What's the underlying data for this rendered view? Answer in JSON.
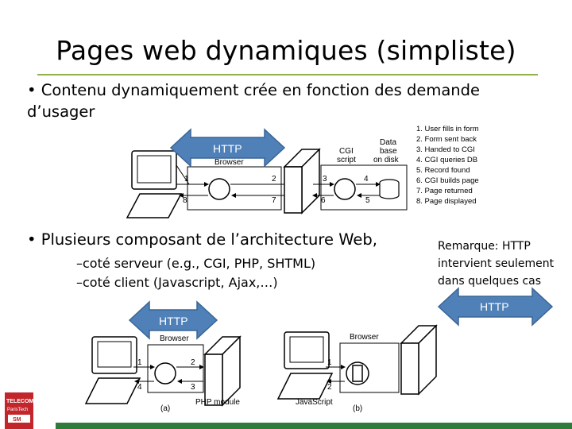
{
  "slide": {
    "title": "Pages web dynamiques (simpliste)",
    "bullet1_line1": "• Contenu dynamiquement crée en fonction des demande",
    "bullet1_line2": "d’usager",
    "bullet2": "• Plusieurs composant de l’architecture Web,",
    "sub1": "–coté serveur (e.g., CGI, PHP, SHTML)",
    "sub2": "–coté client (Javascript, Ajax,…)",
    "remark_line1": "Remarque: HTTP",
    "remark_line2": "intervient seulement",
    "remark_line3": "dans quelques cas"
  },
  "arrows": {
    "top_http": "HTTP",
    "bottom_http": "HTTP",
    "remark_http": "HTTP"
  },
  "diagram_top": {
    "browser_label": "Browser",
    "cgi_label_1": "CGI",
    "cgi_label_2": "script",
    "data_label_1": "Data",
    "data_label_2": "base",
    "data_label_3": "on disk",
    "n1": "1",
    "n2": "2",
    "n3": "3",
    "n4": "4",
    "n5": "5",
    "n6": "6",
    "n7": "7",
    "n8": "8",
    "steps": [
      "1. User fills in form",
      "2. Form sent back",
      "3. Handed to CGI",
      "4. CGI queries DB",
      "5. Record found",
      "6. CGI builds page",
      "7. Page returned",
      "8. Page displayed"
    ]
  },
  "diagram_a": {
    "browser_label": "Browser",
    "module_label": "PHP module",
    "caption": "(a)",
    "n1": "1",
    "n2": "2",
    "n3": "3",
    "n4": "4"
  },
  "diagram_b": {
    "browser_label": "Browser",
    "js_label": "JavaScript",
    "caption": "(b)",
    "n1": "1",
    "n2": "2"
  },
  "logo": {
    "line1": "TELECOM",
    "line2": "ParisTech",
    "line3": "SM"
  },
  "colors": {
    "rule": "#8fb04a",
    "arrow_fill": "#4f80b8",
    "arrow_stroke": "#3a6596",
    "bottom_bar": "#2f7b3b",
    "logo_red": "#c2252a"
  }
}
